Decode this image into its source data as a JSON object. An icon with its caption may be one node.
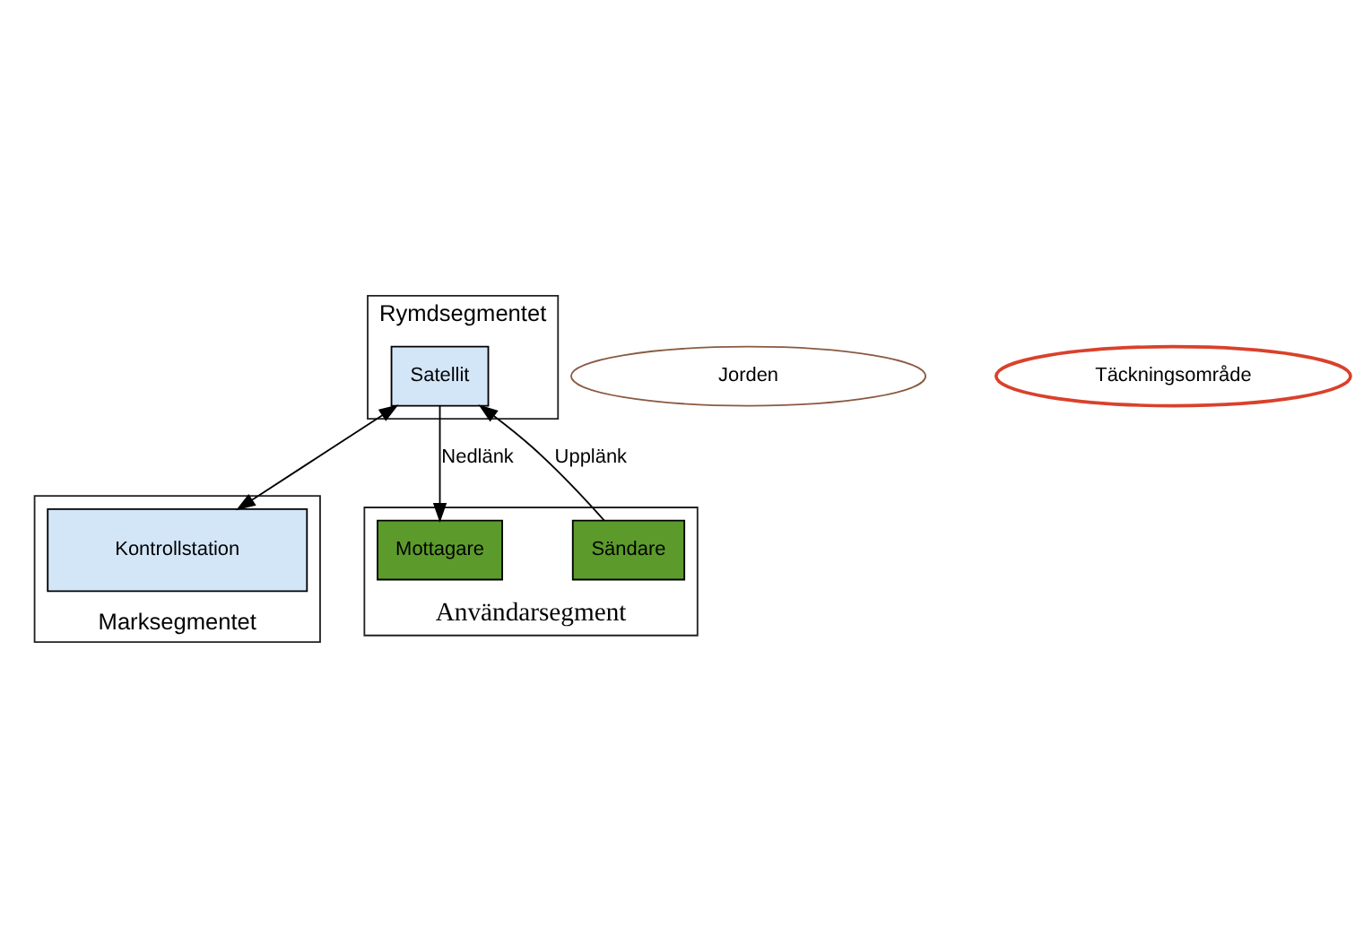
{
  "diagram": {
    "nodes": [
      {
        "text": [
          "Rymdsegmentet"
        ]
      },
      {
        "text": [
          "Satellit"
        ],
        "in": 0
      },
      {
        "text": [
          "Marksegmentet"
        ]
      },
      {
        "text": [
          "Kontrollstation"
        ],
        "in": 2
      },
      {
        "text": [
          "Användarsegment"
        ]
      },
      {
        "text": [
          "Sändare"
        ],
        "in": 4
      },
      {
        "text": [
          "Mottagare"
        ],
        "in": 4
      },
      {
        "text": [
          "Jorden"
        ]
      },
      {
        "text": [
          "Täckningsområde"
        ]
      }
    ],
    "edges": [
      {
        "from": 5,
        "to": 1,
        "arrow": "to",
        "label": "Upplänk"
      },
      {
        "from": 1,
        "to": 3,
        "arrow": "both"
      },
      {
        "from": 1,
        "to": 6,
        "arrow": "to",
        "label": "Nedlänk"
      }
    ]
  }
}
